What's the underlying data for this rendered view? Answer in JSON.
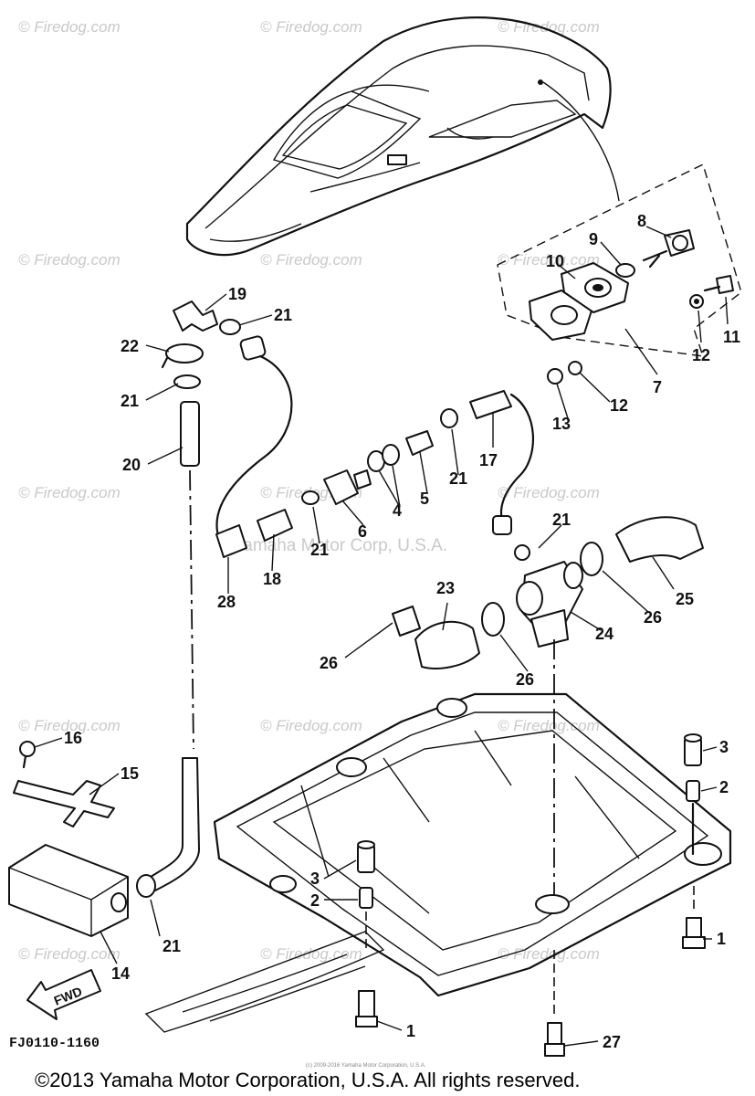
{
  "diagram": {
    "code": "FJ0110-1160",
    "copyright": "©2013 Yamaha Motor Corporation, U.S.A. All rights reserved.",
    "small_copyright": "(c) 2009-2016 Yamaha Motor Corporation, U.S.A.",
    "center_watermark": "Yamaha Motor Corp, U.S.A.",
    "watermark": "© Firedog.com",
    "fwd_label": "FWD",
    "part_numbers": [
      "1",
      "2",
      "3",
      "4",
      "5",
      "6",
      "7",
      "8",
      "9",
      "10",
      "11",
      "12",
      "13",
      "14",
      "15",
      "16",
      "17",
      "18",
      "19",
      "20",
      "21",
      "22",
      "23",
      "24",
      "25",
      "26",
      "27",
      "28"
    ],
    "callouts": [
      {
        "id": "19",
        "text": "19"
      },
      {
        "id": "21a",
        "text": "21"
      },
      {
        "id": "22",
        "text": "22"
      },
      {
        "id": "21b",
        "text": "21"
      },
      {
        "id": "20",
        "text": "20"
      },
      {
        "id": "8",
        "text": "8"
      },
      {
        "id": "9",
        "text": "9"
      },
      {
        "id": "10",
        "text": "10"
      },
      {
        "id": "11",
        "text": "11"
      },
      {
        "id": "12a",
        "text": "12"
      },
      {
        "id": "7",
        "text": "7"
      },
      {
        "id": "12b",
        "text": "12"
      },
      {
        "id": "13",
        "text": "13"
      },
      {
        "id": "17",
        "text": "17"
      },
      {
        "id": "21c",
        "text": "21"
      },
      {
        "id": "5",
        "text": "5"
      },
      {
        "id": "4",
        "text": "4"
      },
      {
        "id": "6",
        "text": "6"
      },
      {
        "id": "21d",
        "text": "21"
      },
      {
        "id": "18",
        "text": "18"
      },
      {
        "id": "28",
        "text": "28"
      },
      {
        "id": "21e",
        "text": "21"
      },
      {
        "id": "25",
        "text": "25"
      },
      {
        "id": "26a",
        "text": "26"
      },
      {
        "id": "24",
        "text": "24"
      },
      {
        "id": "23",
        "text": "23"
      },
      {
        "id": "26b",
        "text": "26"
      },
      {
        "id": "26c",
        "text": "26"
      },
      {
        "id": "16",
        "text": "16"
      },
      {
        "id": "15",
        "text": "15"
      },
      {
        "id": "3a",
        "text": "3"
      },
      {
        "id": "2a",
        "text": "2"
      },
      {
        "id": "3b",
        "text": "3"
      },
      {
        "id": "2b",
        "text": "2"
      },
      {
        "id": "1a",
        "text": "1"
      },
      {
        "id": "21f",
        "text": "21"
      },
      {
        "id": "14",
        "text": "14"
      },
      {
        "id": "27",
        "text": "27"
      },
      {
        "id": "1b",
        "text": "1"
      }
    ]
  }
}
